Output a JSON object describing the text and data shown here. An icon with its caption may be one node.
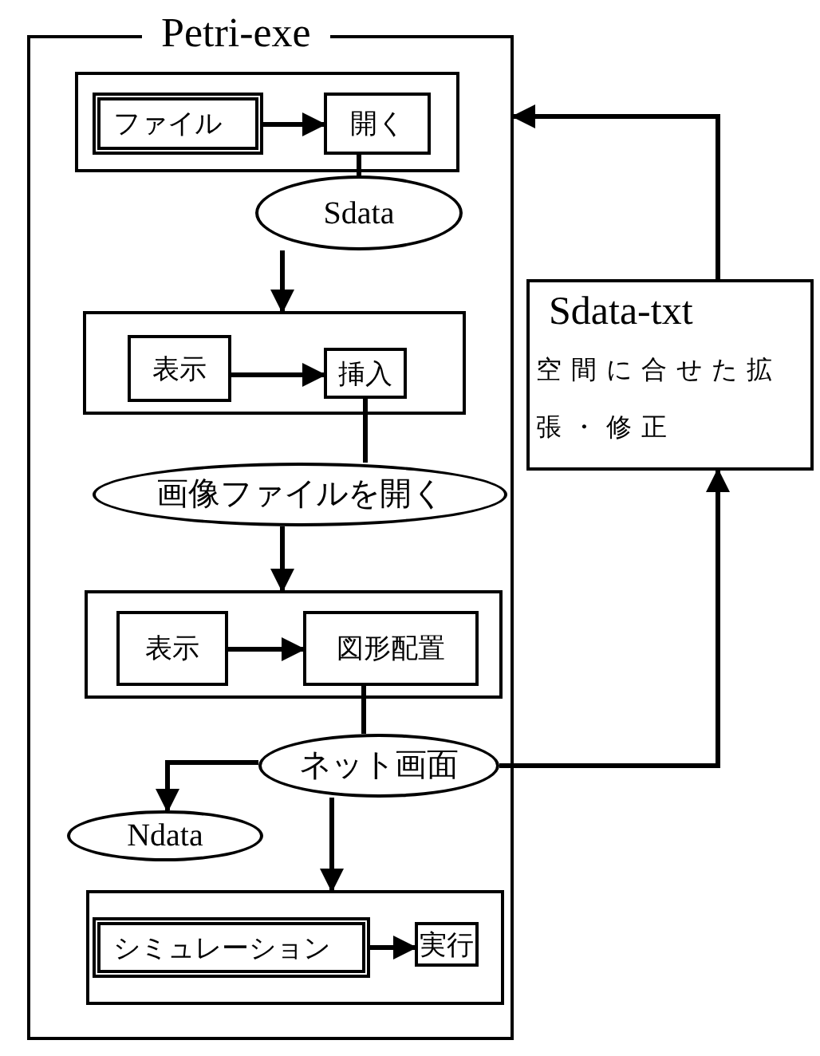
{
  "diagram": {
    "nodes": [
      {
        "text": [
          "Petri-exe"
        ]
      },
      {
        "text": [],
        "shape": "box",
        "in": 0
      },
      {
        "text": [
          "ファイル"
        ],
        "in": 1
      },
      {
        "text": [
          "開く"
        ],
        "in": 1
      },
      {
        "text": [
          "Sdata"
        ],
        "in": 0
      },
      {
        "text": [],
        "shape": "box",
        "in": 0
      },
      {
        "text": [
          "表示"
        ],
        "in": 5
      },
      {
        "text": [
          "挿入"
        ],
        "in": 5
      },
      {
        "text": [
          "画像ファイルを開く"
        ],
        "in": 0
      },
      {
        "text": [],
        "shape": "box",
        "in": 0
      },
      {
        "text": [
          "表示"
        ],
        "in": 9
      },
      {
        "text": [
          "図形配置"
        ],
        "in": 9
      },
      {
        "text": [
          "ネット画面"
        ],
        "in": 0
      },
      {
        "text": [
          "Ndata"
        ],
        "in": 0
      },
      {
        "text": [],
        "shape": "box",
        "in": 0
      },
      {
        "text": [
          "シミュレーション"
        ],
        "in": 14
      },
      {
        "text": [
          "実行"
        ],
        "in": 14
      },
      {
        "text": [
          "Sdata-txt",
          "空間に合せた拡張・修正"
        ]
      }
    ],
    "edges": [
      {
        "from": 2,
        "to": 3,
        "arrow": "to"
      },
      {
        "from": 3,
        "to": 4,
        "arrow": "none"
      },
      {
        "from": 4,
        "to": 5,
        "arrow": "to"
      },
      {
        "from": 6,
        "to": 7,
        "arrow": "to"
      },
      {
        "from": 7,
        "to": 8,
        "arrow": "none"
      },
      {
        "from": 8,
        "to": 9,
        "arrow": "to"
      },
      {
        "from": 10,
        "to": 11,
        "arrow": "to"
      },
      {
        "from": 11,
        "to": 12,
        "arrow": "none"
      },
      {
        "from": 12,
        "to": 13,
        "arrow": "to"
      },
      {
        "from": 12,
        "to": 14,
        "arrow": "to"
      },
      {
        "from": 15,
        "to": 16,
        "arrow": "to"
      },
      {
        "from": 12,
        "to": 17,
        "arrow": "to"
      },
      {
        "from": 17,
        "to": 0,
        "arrow": "to"
      }
    ]
  }
}
